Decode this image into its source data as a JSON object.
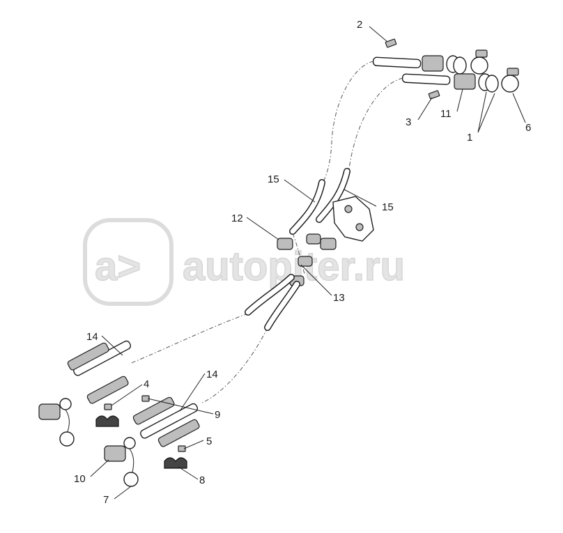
{
  "watermark": {
    "logo_glyph": "a>",
    "text": "autopiter.ru"
  },
  "callouts": [
    {
      "id": "c2",
      "label": "2"
    },
    {
      "id": "c3",
      "label": "3"
    },
    {
      "id": "c11",
      "label": "11"
    },
    {
      "id": "c1",
      "label": "1"
    },
    {
      "id": "c6",
      "label": "6"
    },
    {
      "id": "c15a",
      "label": "15"
    },
    {
      "id": "c15b",
      "label": "15"
    },
    {
      "id": "c12",
      "label": "12"
    },
    {
      "id": "c13",
      "label": "13"
    },
    {
      "id": "c14a",
      "label": "14"
    },
    {
      "id": "c14b",
      "label": "14"
    },
    {
      "id": "c4",
      "label": "4"
    },
    {
      "id": "c9",
      "label": "9"
    },
    {
      "id": "c5",
      "label": "5"
    },
    {
      "id": "c10",
      "label": "10"
    },
    {
      "id": "c8",
      "label": "8"
    },
    {
      "id": "c7",
      "label": "7"
    }
  ],
  "colors": {
    "line": "#1e1e1e",
    "watermark": "#e4e4e4",
    "background": "#ffffff"
  }
}
